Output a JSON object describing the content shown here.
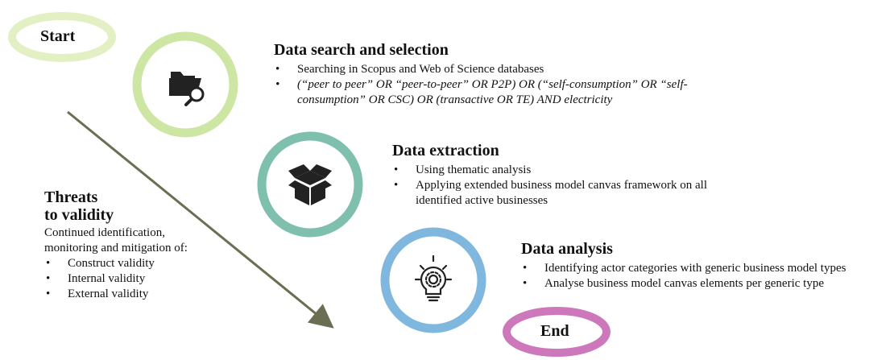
{
  "start": {
    "label": "Start"
  },
  "end": {
    "label": "End"
  },
  "steps": [
    {
      "icon": "folder-search-icon",
      "title": "Data search and selection",
      "bullets": [
        "Searching in Scopus and Web of Science databases",
        "(“peer to peer” OR “peer-to-peer” OR P2P) OR (“self-consumption” OR “self-consumption” OR CSC) OR (transactive OR TE) AND electricity"
      ],
      "ring_color": "#cde6a3"
    },
    {
      "icon": "box-icon",
      "title": "Data extraction",
      "bullets": [
        "Using thematic analysis",
        "Applying extended business model canvas framework on all identified active businesses"
      ],
      "ring_color": "#7fbfae"
    },
    {
      "icon": "lightbulb-gear-icon",
      "title": "Data analysis",
      "bullets": [
        "Identifying actor categories with generic business model types",
        "Analyse business model canvas elements per generic type"
      ],
      "ring_color": "#7fb7de"
    }
  ],
  "threats": {
    "title_line1": "Threats",
    "title_line2": "to validity",
    "intro_line1": "Continued identification,",
    "intro_line2": "monitoring and mitigation of:",
    "bullets": [
      "Construct validity",
      "Internal validity",
      "External validity"
    ]
  },
  "colors": {
    "start_ellipse": "#e3f0c4",
    "end_ellipse": "#cc78bb",
    "arrow": "#6b6e52"
  }
}
